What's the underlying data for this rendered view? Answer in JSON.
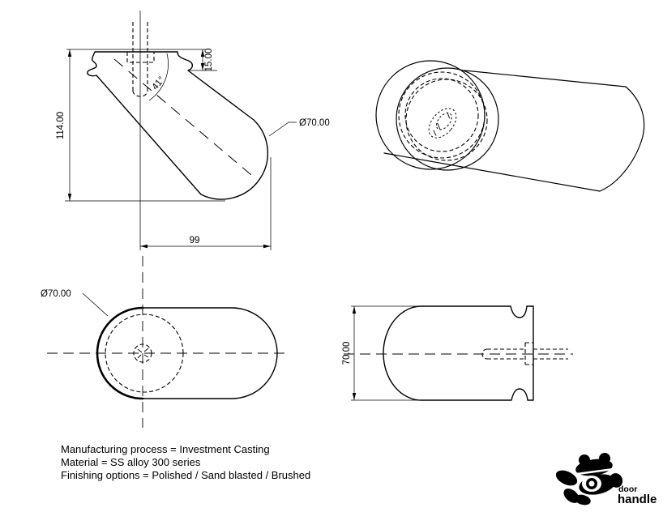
{
  "page": {
    "background": "#ffffff",
    "line_color": "#000000"
  },
  "views": {
    "front_view": {
      "dim_height": "114.00",
      "dim_top": "15.00",
      "dim_angle": "41°",
      "dim_diameter": "Ø70.00",
      "dim_length": "99"
    },
    "top_view": {
      "dim_diameter": "Ø70.00"
    },
    "side_view": {
      "dim_width": "70.00"
    }
  },
  "notes": [
    "Manufacturing process = Investment Casting",
    "Material = SS alloy 300 series",
    "Finishing options = Polished / Sand blasted / Brushed"
  ],
  "logo": {
    "word1": "door",
    "word2": "handle"
  }
}
